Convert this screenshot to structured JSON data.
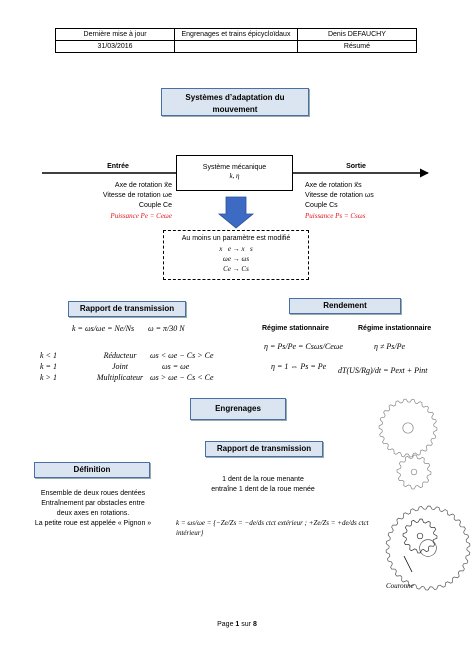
{
  "header": {
    "row1": [
      "Dernière mise à jour",
      "Engrenages et trains épicycloïdaux",
      "Denis DEFAUCHY"
    ],
    "row2": [
      "31/03/2016",
      "",
      "Résumé"
    ]
  },
  "section1": {
    "title_line1": "Systèmes d’adaptation du",
    "title_line2": "mouvement",
    "entree_title": "Entrée",
    "sortie_title": "Sortie",
    "center_line1": "Système mécanique",
    "center_line2": "k, η",
    "entree_lines": [
      "Axe de rotation x⃗e",
      "Vitesse de rotation ωe",
      "Couple Ce"
    ],
    "entree_power": "Puissance Pe = Ceωe",
    "sortie_lines": [
      "Axe de rotation x⃗s",
      "Vitesse de rotation ωs",
      "Couple Cs"
    ],
    "sortie_power": "Puissance Ps = Csωs",
    "dashed_title": "Au moins un paramètre est modifié",
    "dashed_lines": [
      "x⃗e → x⃗s",
      "ωe → ωs",
      "Ce → Cs"
    ]
  },
  "rapport": {
    "title": "Rapport de transmission",
    "formula_left": "k = ωs/ωe = Ne/Ns",
    "formula_right": "ω = π/30 N",
    "rows": [
      [
        "k < 1",
        "Réducteur",
        "ωs < ωe − Cs > Ce"
      ],
      [
        "k = 1",
        "Joint",
        "ωs = ωe"
      ],
      [
        "k > 1",
        "Multiplicateur",
        "ωs > ωe − Cs < Ce"
      ]
    ]
  },
  "rendement": {
    "title": "Rendement",
    "stat_title": "Régime stationnaire",
    "inst_title": "Régime instationnaire",
    "stat_formula": "η = Ps/Pe = Csωs/Ceωe",
    "stat_formula2": "η = 1 ⇔ Ps = Pe",
    "inst_formula": "η ≠ Ps/Pe",
    "inst_formula2": "dT(US/Rg)/dt = Pext + Pint"
  },
  "engrenages": {
    "title": "Engrenages",
    "definition_title": "Définition",
    "definition_lines": [
      "Ensemble de deux roues dentées",
      "Entraînement par obstacles entre",
      "deux axes en rotations.",
      "La petite roue est appelée « Pignon »"
    ],
    "rapport_title": "Rapport de transmission",
    "rapport_text1": "1 dent de la roue menante",
    "rapport_text2": "entraîne 1 dent de la roue menée",
    "formula": "k = ωs/ωe = {−Ze/Zs = −de/ds ctct extérieur ; +Ze/Zs = +de/ds ctct intérieur}",
    "couronne_label": "Couronne"
  },
  "footer": {
    "prefix": "Page ",
    "current": "1",
    "middle": " sur ",
    "total": "8"
  },
  "colors": {
    "title_fill": "#dbe5f1",
    "title_border": "#4a6fa5",
    "arrow_blue": "#3d6bc4",
    "power_red": "#e0141e"
  }
}
